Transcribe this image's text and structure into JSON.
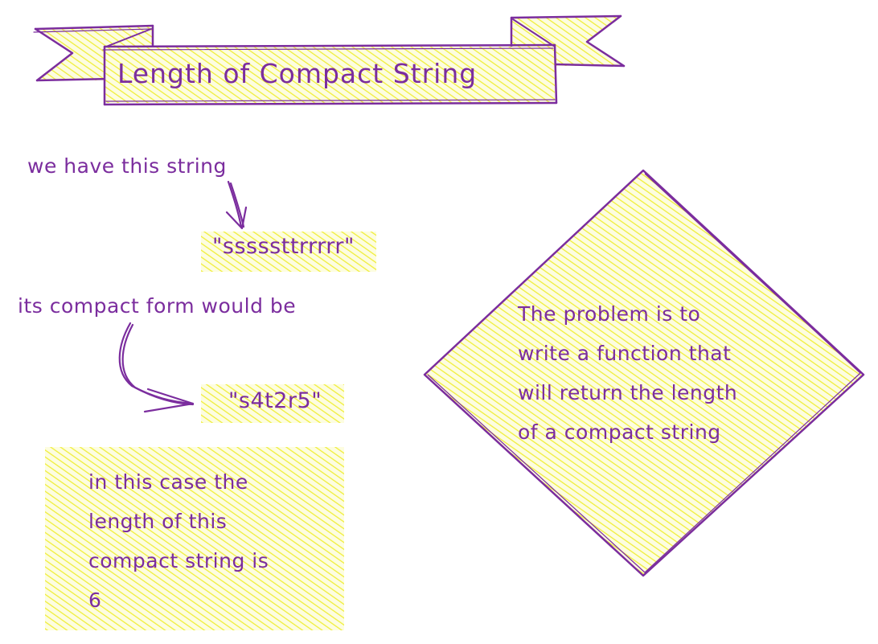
{
  "title": "Length of Compact String",
  "intro_text": "we have this string",
  "original_string": "\"sssssttrrrrr\"",
  "compact_label": "its compact form would be",
  "compact_string": "\"s4t2r5\"",
  "note_lines": [
    "in this case the",
    "length of this",
    "compact string is",
    "6"
  ],
  "problem_lines": [
    "The problem is to",
    "write a function that",
    "will return the length",
    "of a compact string"
  ],
  "colors": {
    "ink": "#7b2d9e",
    "highlight": "#f5f542"
  }
}
